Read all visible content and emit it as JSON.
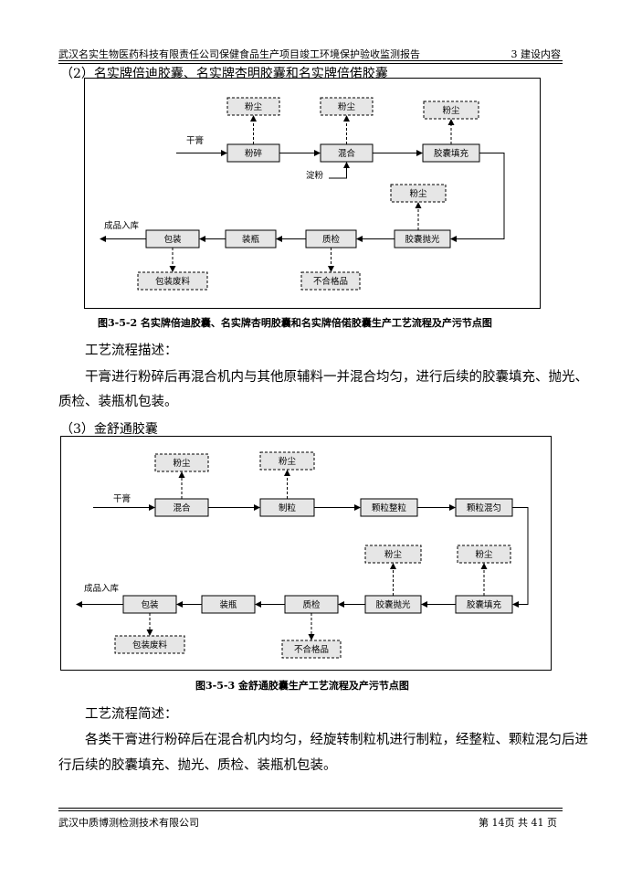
{
  "header": {
    "title": "武汉名实生物医药科技有限责任公司保健食品生产项目竣工环境保护验收监测报告",
    "chapter": "3  建设内容"
  },
  "section2": {
    "heading": "（2）名实牌倍迪胶囊、名实牌杏明胶囊和名实牌倍偌胶囊",
    "diagram": {
      "input_label": "干膏",
      "starch_label": "淀粉",
      "output_label": "成品入库",
      "nodes": {
        "crush": "粉碎",
        "mix": "混合",
        "fill": "胶囊填充",
        "polish": "胶囊抛光",
        "inspect": "质检",
        "bottle": "装瓶",
        "pack": "包装"
      },
      "pollutants": {
        "dust1": "粉尘",
        "dust2": "粉尘",
        "dust3": "粉尘",
        "dust4": "粉尘",
        "reject": "不合格品",
        "pack_waste": "包装废料"
      }
    },
    "caption": "图3-5-2    名实牌倍迪胶囊、名实牌杏明胶囊和名实牌倍偌胶囊生产工艺流程及产污节点图",
    "desc_title": "工艺流程描述：",
    "desc_line1": "干膏进行粉碎后再混合机内与其他原辅料一并混合均匀，进行后续的胶囊填充、抛光、",
    "desc_line2": "质检、装瓶机包装。"
  },
  "section3": {
    "heading": "（3）金舒通胶囊",
    "diagram": {
      "input_label": "干膏",
      "output_label": "成品入库",
      "nodes": {
        "mix": "混合",
        "granulate": "制粒",
        "size": "颗粒整粒",
        "blend": "颗粒混匀",
        "fill": "胶囊填充",
        "polish": "胶囊抛光",
        "inspect": "质检",
        "bottle": "装瓶",
        "pack": "包装"
      },
      "pollutants": {
        "dust1": "粉尘",
        "dust2": "粉尘",
        "dust3": "粉尘",
        "dust4": "粉尘",
        "reject": "不合格品",
        "pack_waste": "包装废料"
      }
    },
    "caption": "图3-5-3    金舒通胶囊生产工艺流程及产污节点图",
    "desc_title": "工艺流程简述：",
    "desc_line1": "各类干膏进行粉碎后在混合机内均匀，经旋转制粒机进行制粒，经整粒、颗粒混匀后进",
    "desc_line2": "行后续的胶囊填充、抛光、质检、装瓶机包装。"
  },
  "footer": {
    "company": "武汉中质博测检测技术有限公司",
    "page": "第 14页  共 41 页"
  }
}
